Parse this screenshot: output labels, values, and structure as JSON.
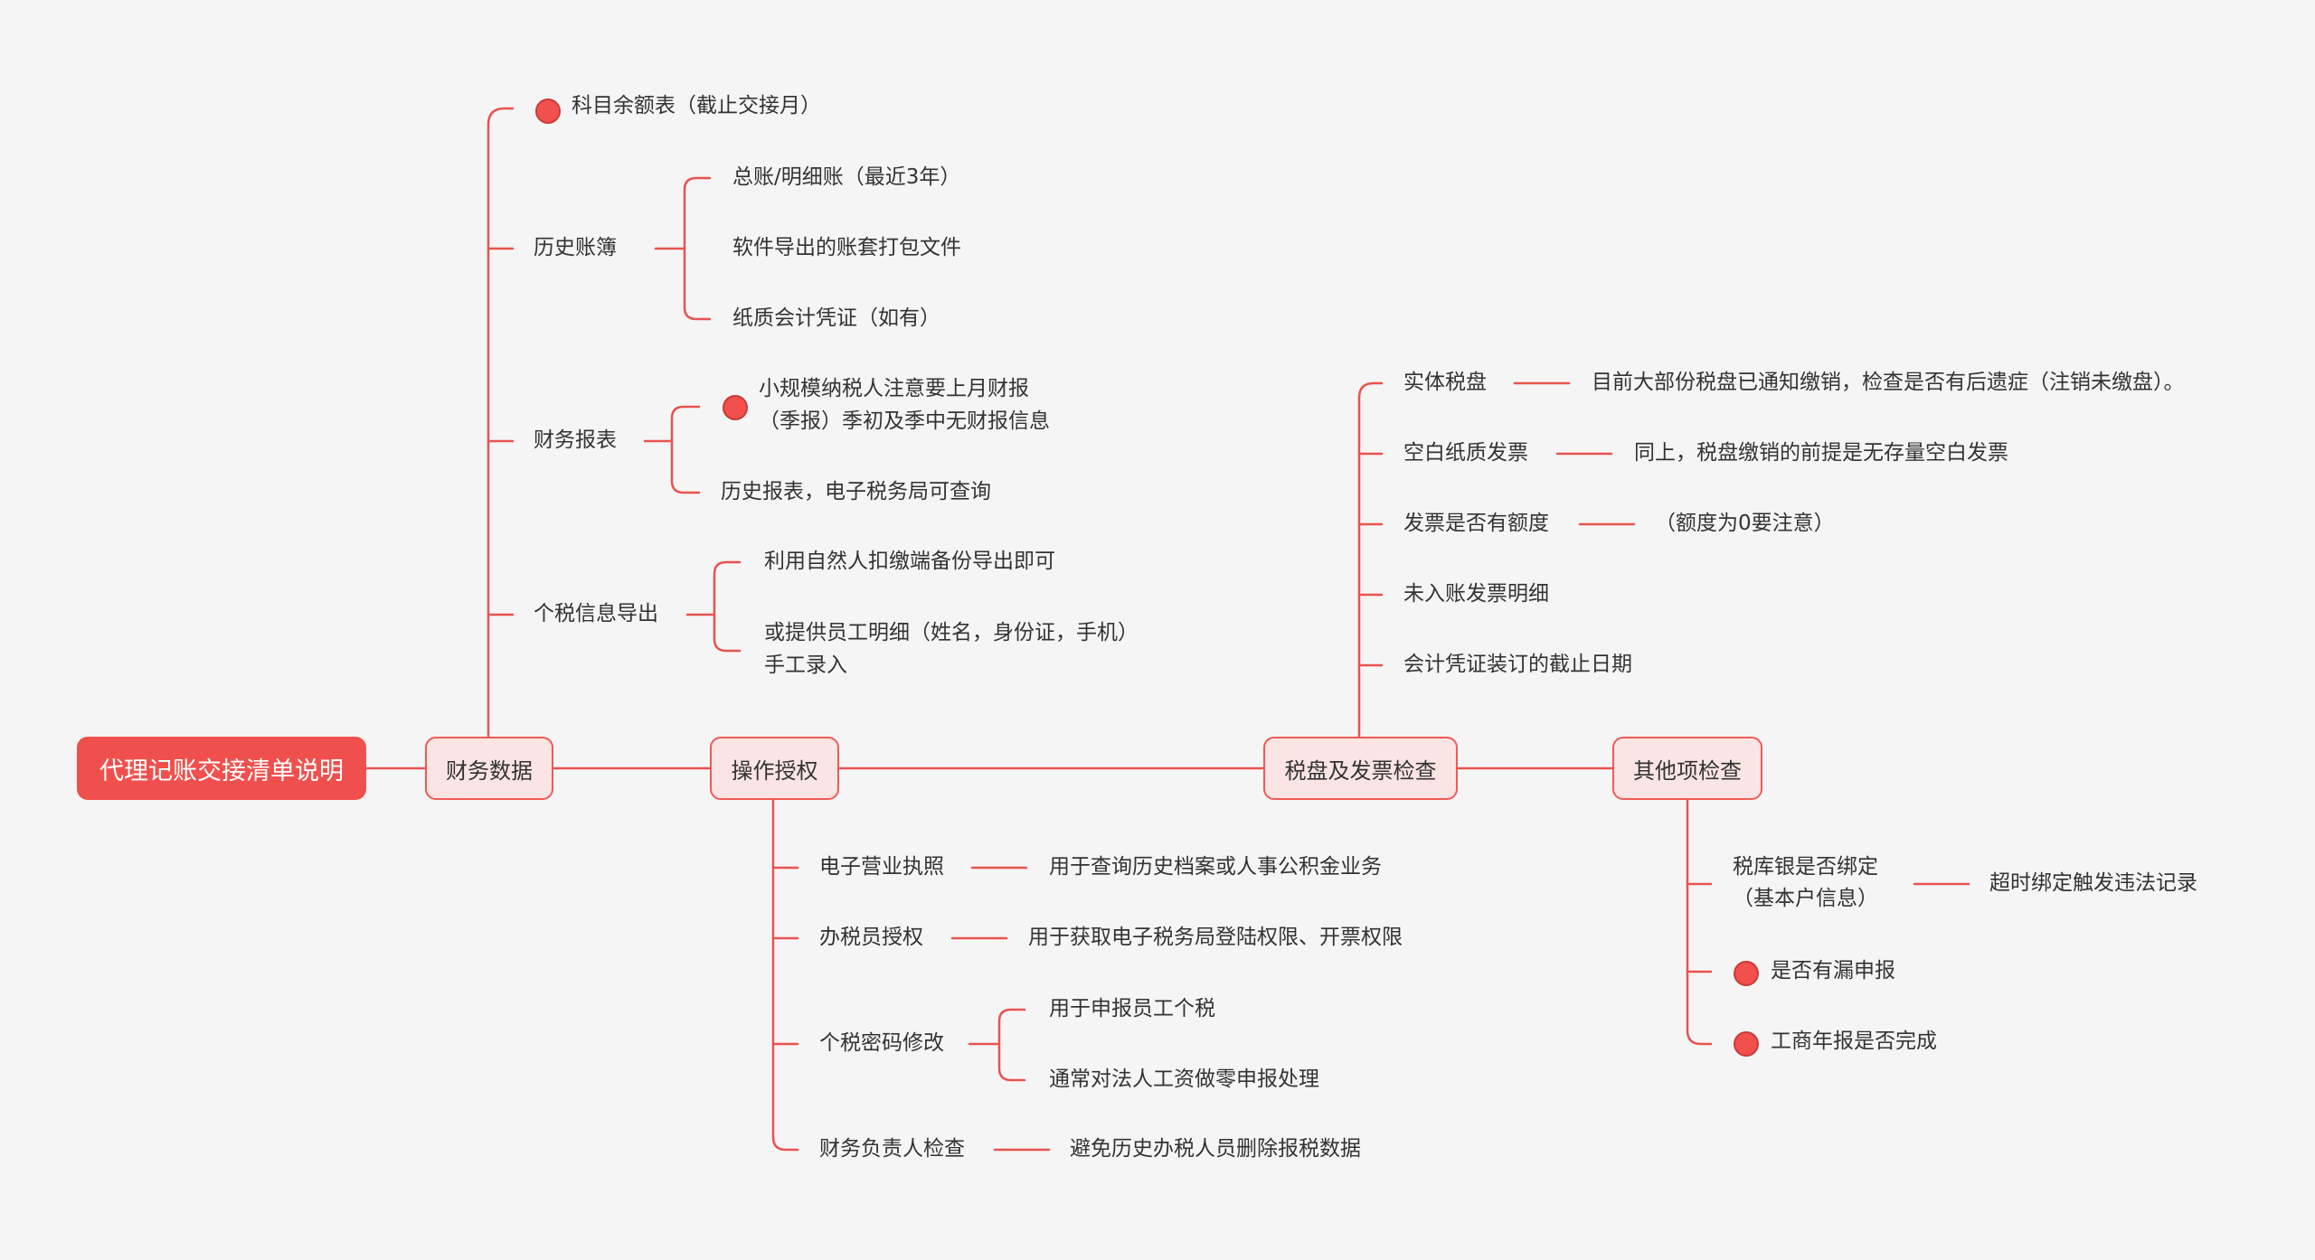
{
  "root": "代理记账交接清单说明",
  "branches": {
    "finance": {
      "label": "财务数据",
      "balance_sheet": "科目余额表（截止交接月）",
      "history_books": {
        "label": "历史账簿",
        "items": [
          "总账/明细账（最近3年）",
          "软件导出的账套打包文件",
          "纸质会计凭证（如有）"
        ]
      },
      "reports": {
        "label": "财务报表",
        "note_line1": "小规模纳税人注意要上月财报",
        "note_line2": "（季报）季初及季中无财报信息",
        "history": "历史报表，电子税务局可查询"
      },
      "tax_export": {
        "label": "个税信息导出",
        "item1": "利用自然人扣缴端备份导出即可",
        "item2_line1": "或提供员工明细（姓名，身份证，手机）",
        "item2_line2": "手工录入"
      }
    },
    "auth": {
      "label": "操作授权",
      "license": {
        "label": "电子营业执照",
        "note": "用于查询历史档案或人事公积金业务"
      },
      "tax_officer": {
        "label": "办税员授权",
        "note": "用于获取电子税务局登陆权限、开票权限"
      },
      "password": {
        "label": "个税密码修改",
        "items": [
          "用于申报员工个税",
          "通常对法人工资做零申报处理"
        ]
      },
      "chief": {
        "label": "财务负责人检查",
        "note": "避免历史办税人员删除报税数据"
      }
    },
    "invoice": {
      "label": "税盘及发票检查",
      "items": [
        {
          "label": "实体税盘",
          "note": "目前大部份税盘已通知缴销，检查是否有后遗症（注销未缴盘）。"
        },
        {
          "label": "空白纸质发票",
          "note": "同上，税盘缴销的前提是无存量空白发票"
        },
        {
          "label": "发票是否有额度",
          "note": "（额度为0要注意）"
        },
        {
          "label": "未入账发票明细"
        },
        {
          "label": "会计凭证装订的截止日期"
        }
      ]
    },
    "other": {
      "label": "其他项检查",
      "bank": {
        "line1": "税库银是否绑定",
        "line2": "（基本户信息）",
        "note": "超时绑定触发违法记录"
      },
      "missed": "是否有漏申报",
      "annual": "工商年报是否完成"
    }
  },
  "colors": {
    "accent": "#f0504d",
    "line": "#e8534f",
    "node_fill": "#fbe4e4",
    "text": "#333333",
    "background": "#f5f5f5"
  }
}
